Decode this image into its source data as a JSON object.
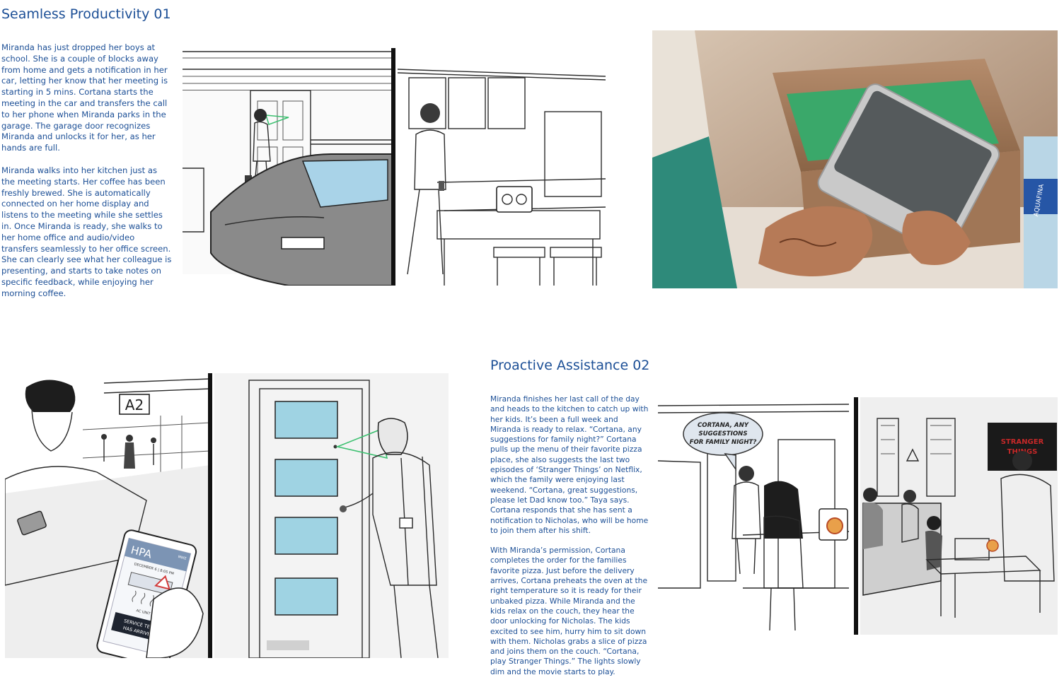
{
  "section1": {
    "title": "Seamless Productivity 01",
    "paragraphs": [
      "Miranda has just dropped her boys at school. She is a couple of blocks away from home and gets a notification in her car, letting her know that her meeting is starting in 5 mins.  Cortana starts the meeting in the car and transfers the call to her phone when Miranda parks in the garage. The garage door recognizes Miranda and unlocks it for her, as her hands are full.",
      "Miranda walks into her kitchen just as the meeting starts. Her coffee has been freshly brewed. She is automatically connected on her home display and listens to the meeting while she settles in. Once Miranda is ready, she walks to her home office and audio/video transfers seamlessly to her office screen. She can clearly see what her colleague is presenting, and starts to take notes on specific feedback, while enjoying her morning coffee."
    ]
  },
  "section2": {
    "title": "Proactive Assistance 02",
    "paragraphs": [
      "Miranda finishes her last call of the day and heads to the kitchen to catch up with her kids. It’s been a full week and Miranda is ready to relax. “Cortana, any suggestions for family night?” Cortana pulls up the menu of their favorite pizza place, she also suggests the last two episodes of ‘Stranger Things’ on Netflix, which the family were enjoying last weekend. “Cortana, great suggestions, please let Dad know too.” Taya says. Cortana responds that she has sent a notification to Nicholas, who will be home to join them after his shift.",
      "With Miranda’s permission, Cortana completes the order for the families favorite pizza.  Just before the delivery arrives, Cortana preheats the oven at the right temperature so it is ready for their unbaked pizza. While Miranda and the kids relax on the couch, they hear the door unlocking for Nicholas. The kids excited to see him, hurry him to sit down with them. Nicholas grabs a slice of pizza and joins them on the couch. “Cortana, play Stranger Things.” The lights slowly dim and the movie starts to play."
    ]
  },
  "illustrations": {
    "airport": {
      "gate_sign": "A2",
      "phone_app": "HPA",
      "phone_corner": "MIKE",
      "phone_date": "DECEMBER 6  |  8:05 PM",
      "phone_caption": "AC UNIT",
      "phone_alert_line1": "SERVICE TECH",
      "phone_alert_line2": "HAS ARRIVED"
    },
    "family_night": {
      "speech_line1": "CORTANA, ANY",
      "speech_line2": "SUGGESTIONS",
      "speech_line3": "FOR FAMILY NIGHT?",
      "tv_line1": "STRANGER",
      "tv_line2": "THINGS"
    },
    "photo": {
      "bottle_label": "AQUAFINA"
    }
  },
  "colors": {
    "text_blue": "#1c4f96",
    "detect_green": "#3cc070",
    "door_glass": "#9fd3e3"
  }
}
